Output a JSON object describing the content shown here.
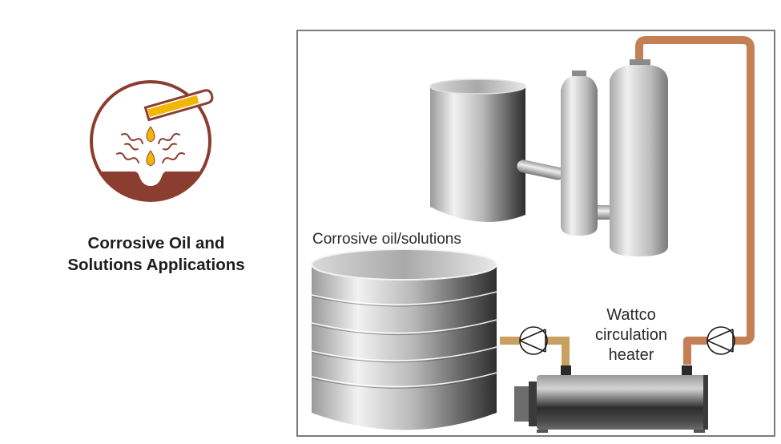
{
  "application": {
    "title_line1": "Corrosive Oil and",
    "title_line2": "Solutions Applications",
    "icon": "corrosive-oil-drip-icon",
    "colors": {
      "icon_brown": "#8b3e2f",
      "icon_yellow": "#f2b705"
    }
  },
  "diagram": {
    "tank_label": "Corrosive oil/solutions",
    "heater_label_line1": "Wattco",
    "heater_label_line2": "circulation",
    "heater_label_line3": "heater",
    "components": [
      "storage-tank",
      "process-vessel",
      "small-column",
      "tall-column",
      "inlet-pump",
      "outlet-pump",
      "circulation-heater"
    ],
    "colors": {
      "inlet_pipe": "#c8a060",
      "outlet_pipe": "#c47f55",
      "frame": "#7b7b7b"
    }
  }
}
